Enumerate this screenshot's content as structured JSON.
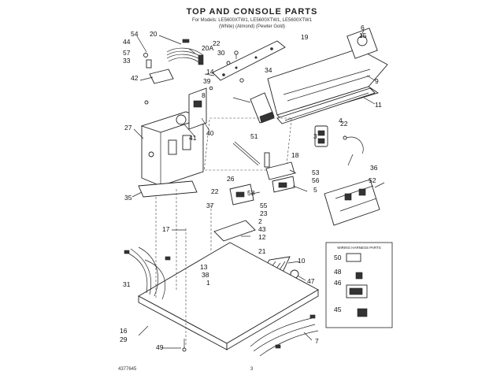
{
  "header": {
    "title": "TOP AND CONSOLE PARTS",
    "models_line": "For Models: LE5600XTW1, LE5600XTW1, LE5600XTW1",
    "colors_line": "(White)   (Almond)   (Pewter Gold)"
  },
  "footer": {
    "doc_number": "4377645",
    "page_number": "3"
  },
  "inset": {
    "title": "WIRING HARNESS PARTS",
    "callouts": [
      "50",
      "48",
      "46",
      "45"
    ]
  },
  "callouts": [
    "54",
    "44",
    "57",
    "33",
    "42",
    "20",
    "20A",
    "30",
    "22",
    "14",
    "39",
    "34",
    "6",
    "15",
    "19",
    "9",
    "8",
    "11",
    "27",
    "41",
    "40",
    "51",
    "4",
    "22",
    "3",
    "18",
    "36",
    "53",
    "56",
    "5",
    "26",
    "52",
    "35",
    "22",
    "58",
    "37",
    "55",
    "23",
    "17",
    "2",
    "43",
    "12",
    "31",
    "21",
    "10",
    "13",
    "38",
    "1",
    "47",
    "16",
    "29",
    "49",
    "7"
  ]
}
